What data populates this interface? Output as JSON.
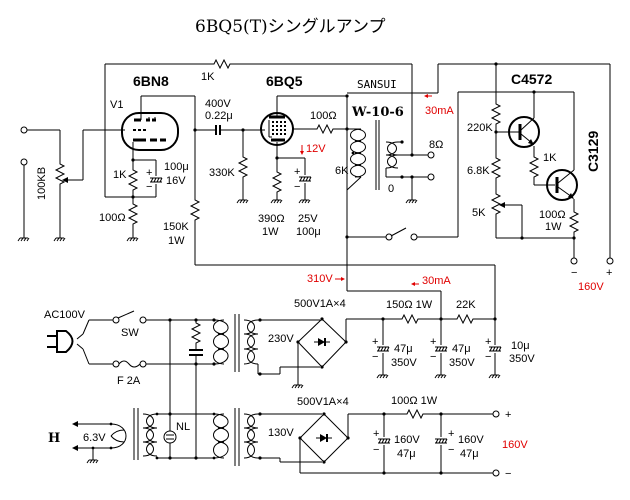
{
  "title": "6BQ5(T)シングルアンプ",
  "tubes": {
    "v1_label": "V1",
    "v1_type": "6BN8",
    "v2_type": "6BQ5"
  },
  "transformer": {
    "maker": "SANSUI",
    "model": "W-10-6",
    "primary": "6K",
    "tap_8": "8Ω",
    "tap_0": "0"
  },
  "transistors": {
    "q1": "C4572",
    "q2": "C3129"
  },
  "input_stage": {
    "volume": "100KB",
    "cathode_r": "1K",
    "cathode_c": "100μ",
    "cathode_c_v": "16V",
    "nfb_r_bottom": "100Ω",
    "feedback_r": "1K",
    "plate_r": "150K",
    "plate_r_w": "1W",
    "coupling_v": "400V",
    "coupling_c": "0.22μ",
    "grid_r": "330K"
  },
  "output_stage": {
    "grid_stopper": "100Ω",
    "cathode_r": "390Ω",
    "cathode_r_w": "1W",
    "cathode_c_v": "25V",
    "cathode_c": "100μ",
    "cathode_voltage": "12V"
  },
  "regulator": {
    "r1": "220K",
    "r2": "6.8K",
    "pot": "5K",
    "base_r": "1K",
    "emitter_r": "100Ω",
    "emitter_r_w": "1W",
    "out_minus": "−",
    "out_plus": "+",
    "out_voltage": "160V"
  },
  "annotations": {
    "current_top": "30mA",
    "b_voltage": "310V",
    "current_supply": "30mA"
  },
  "power_supply": {
    "ac_label": "AC100V",
    "switch": "SW",
    "fuse": "F 2A",
    "neon": "NL",
    "heater_label": "H",
    "heater_v": "6.3V",
    "hv_secondary": "230V",
    "lv_secondary": "130V",
    "bridge_hv": "500V1A×4",
    "bridge_lv": "500V1A×4",
    "hv_r1": "150Ω 1W",
    "hv_r2": "22K",
    "hv_c1": "47μ",
    "hv_c1_v": "350V",
    "hv_c2": "47μ",
    "hv_c2_v": "350V",
    "hv_c3": "10μ",
    "hv_c3_v": "350V",
    "lv_r": "100Ω 1W",
    "lv_c1_v": "160V",
    "lv_c1": "47μ",
    "lv_c2_v": "160V",
    "lv_c2": "47μ",
    "lv_out_plus": "+",
    "lv_out_minus": "−",
    "lv_out_voltage": "160V"
  },
  "polarity": {
    "plus": "+",
    "minus": "−"
  }
}
